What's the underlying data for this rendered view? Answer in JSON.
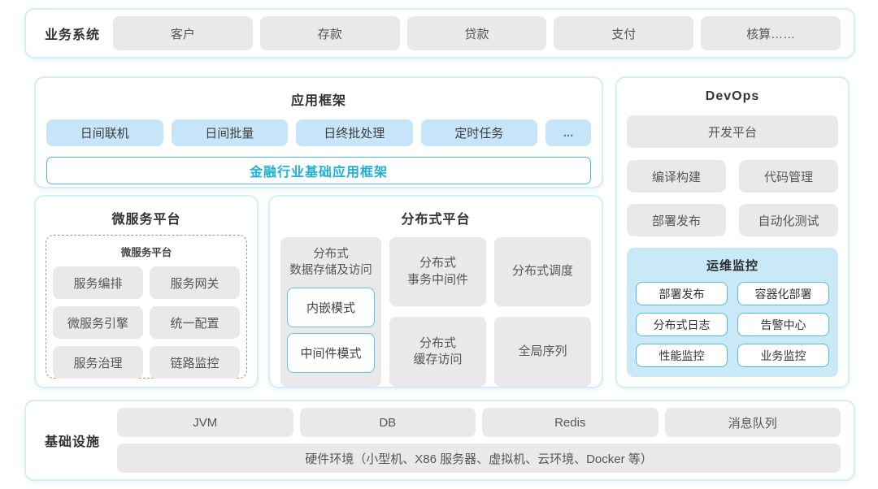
{
  "business": {
    "label": "业务系统",
    "items": [
      "客户",
      "存款",
      "贷款",
      "支付",
      "核算……"
    ]
  },
  "app_framework": {
    "title": "应用框架",
    "chips": [
      "日间联机",
      "日间批量",
      "日终批处理",
      "定时任务",
      "..."
    ],
    "base_bar": "金融行业基础应用框架"
  },
  "devops": {
    "title": "DevOps",
    "platform": "开发平台",
    "grid": [
      "编译构建",
      "代码管理",
      "部署发布",
      "自动化测试"
    ],
    "monitor": {
      "title": "运维监控",
      "items": [
        "部署发布",
        "容器化部署",
        "分布式日志",
        "告警中心",
        "性能监控",
        "业务监控"
      ]
    }
  },
  "microservice": {
    "title": "微服务平台",
    "inner_title": "微服务平台",
    "items": [
      "服务编排",
      "服务网关",
      "微服务引擎",
      "统一配置",
      "服务治理",
      "链路监控"
    ]
  },
  "distributed": {
    "title": "分布式平台",
    "storage": {
      "label": "分布式\n数据存储及访问",
      "modes": [
        "内嵌模式",
        "中间件模式"
      ]
    },
    "cells": [
      "分布式\n事务中间件",
      "分布式调度",
      "分布式\n缓存访问",
      "全局序列"
    ]
  },
  "infrastructure": {
    "label": "基础设施",
    "items": [
      "JVM",
      "DB",
      "Redis",
      "消息队列"
    ],
    "hardware": "硬件环境（小型机、X86 服务器、虚拟机、云环境、Docker 等）"
  },
  "colors": {
    "section_border": "#d5edf5",
    "chip_gray": "#e9e9e9",
    "chip_blue": "#c7e5f8",
    "monitor_bg": "#c9e9f7",
    "cyan_border": "#4fbde0",
    "cyan_text": "#1fafd8"
  }
}
